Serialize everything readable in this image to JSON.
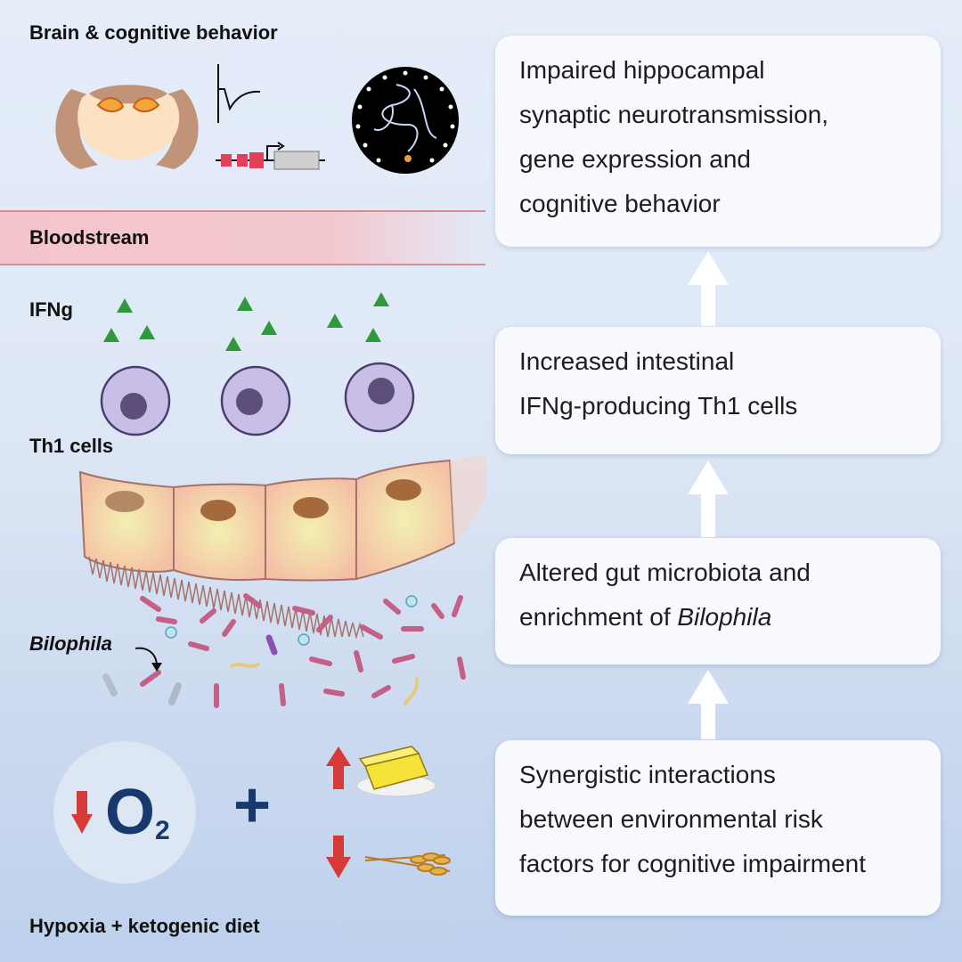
{
  "left": {
    "brain_label": "Brain & cognitive behavior",
    "blood_label": "Bloodstream",
    "ifng_label": "IFNg",
    "th1_label": "Th1 cells",
    "bilophila_label": "Bilophila",
    "o2_label": "O",
    "o2_sub": "2",
    "plus": "+",
    "bottom_label": "Hypoxia + ketogenic diet"
  },
  "right": {
    "box1_lines": [
      "Impaired hippocampal",
      "synaptic neurotransmission,",
      "gene expression and",
      "cognitive behavior"
    ],
    "box2_lines": [
      "Increased intestinal",
      "IFNg-producing Th1 cells"
    ],
    "box3_line1": "Altered gut microbiota and",
    "box3_line2_prefix": "enrichment of ",
    "box3_line2_italic": "Bilophila",
    "box4_lines": [
      "Synergistic interactions",
      "between environmental risk",
      "factors for cognitive impairment"
    ]
  },
  "colors": {
    "arrow_red": "#d63a36",
    "o2_blue": "#17396e",
    "cell_purple": "#c9bfe6",
    "ifng_green": "#2e9a3c"
  }
}
